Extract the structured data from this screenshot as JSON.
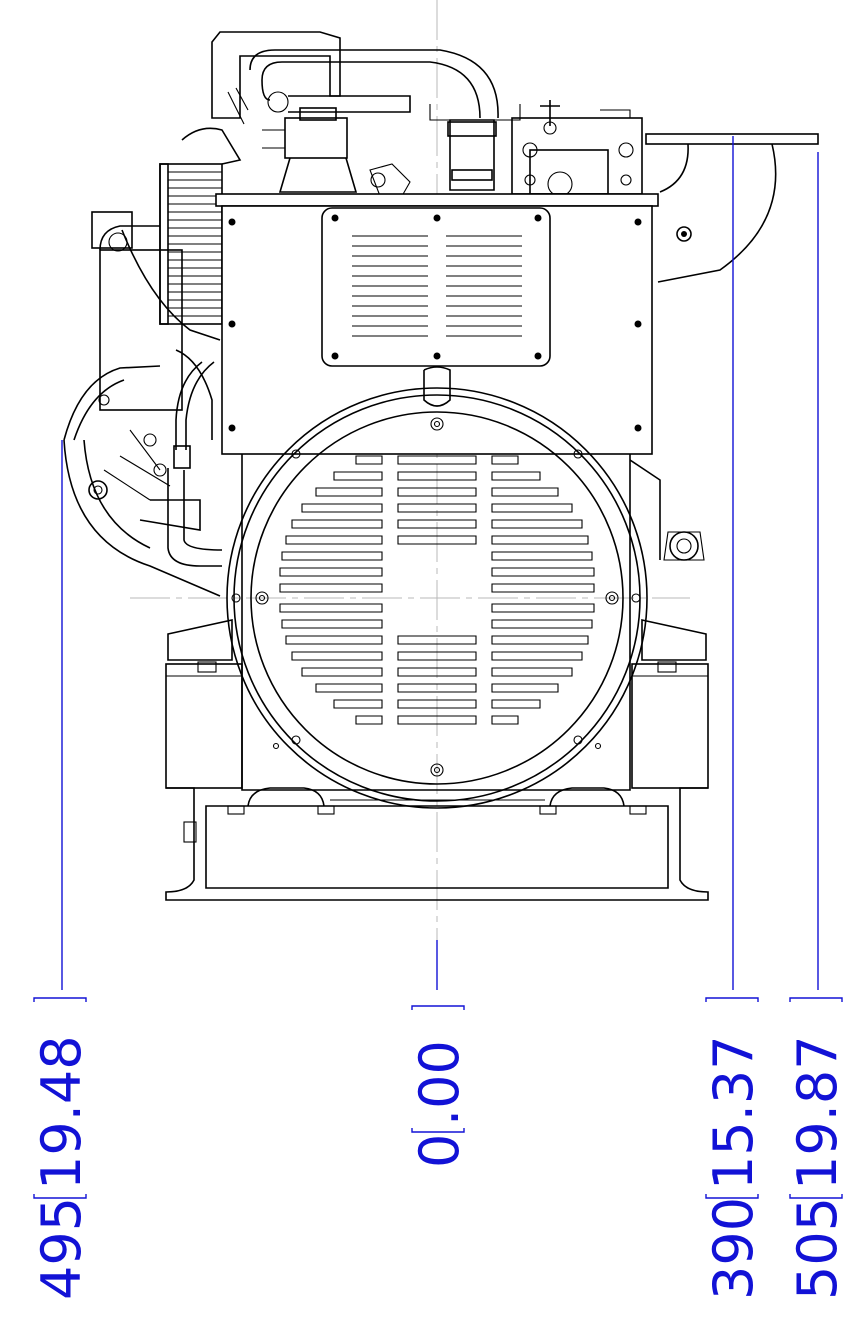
{
  "dimensions": [
    {
      "id": "left",
      "mm": "495",
      "inch": "19.48"
    },
    {
      "id": "center",
      "mm": "0",
      "inch": ".00"
    },
    {
      "id": "right-inner",
      "mm": "390",
      "inch": "15.37"
    },
    {
      "id": "right-outer",
      "mm": "505",
      "inch": "19.87"
    }
  ],
  "colors": {
    "dimension": "#1212d6",
    "line": "#000000",
    "centerline": "#b8b8b8"
  }
}
